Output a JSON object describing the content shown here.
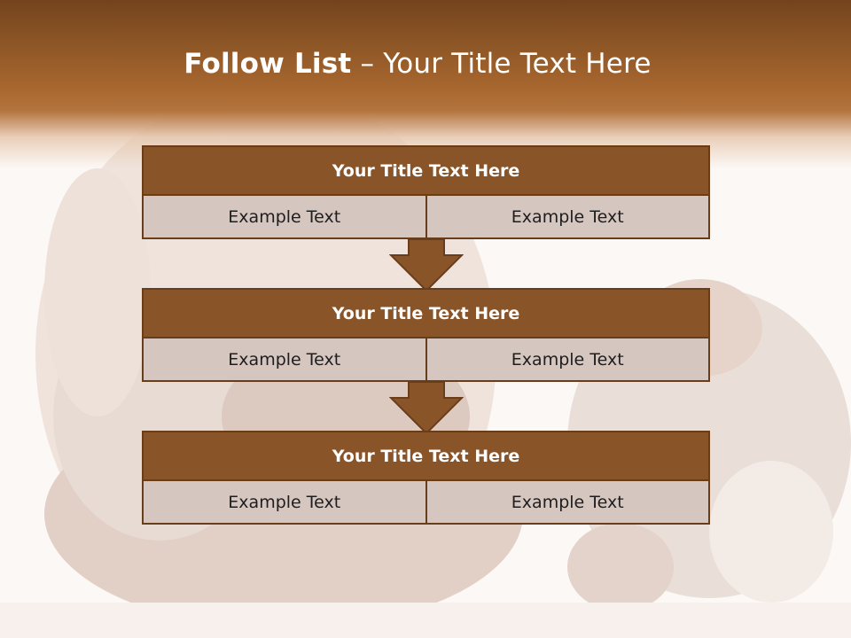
{
  "slide": {
    "title_bold": "Follow List",
    "title_rest": " – Your Title Text Here"
  },
  "steps": [
    {
      "title": "Your Title Text Here",
      "cells": [
        "Example Text",
        "Example Text"
      ]
    },
    {
      "title": "Your Title Text Here",
      "cells": [
        "Example Text",
        "Example Text"
      ]
    },
    {
      "title": "Your Title Text Here",
      "cells": [
        "Example Text",
        "Example Text"
      ]
    }
  ],
  "colors": {
    "header_brown": "#8d5626",
    "box_title_brown": "#8a5429",
    "cell_fill": "#d6c6c0",
    "border_brown": "#6a3d1a"
  }
}
